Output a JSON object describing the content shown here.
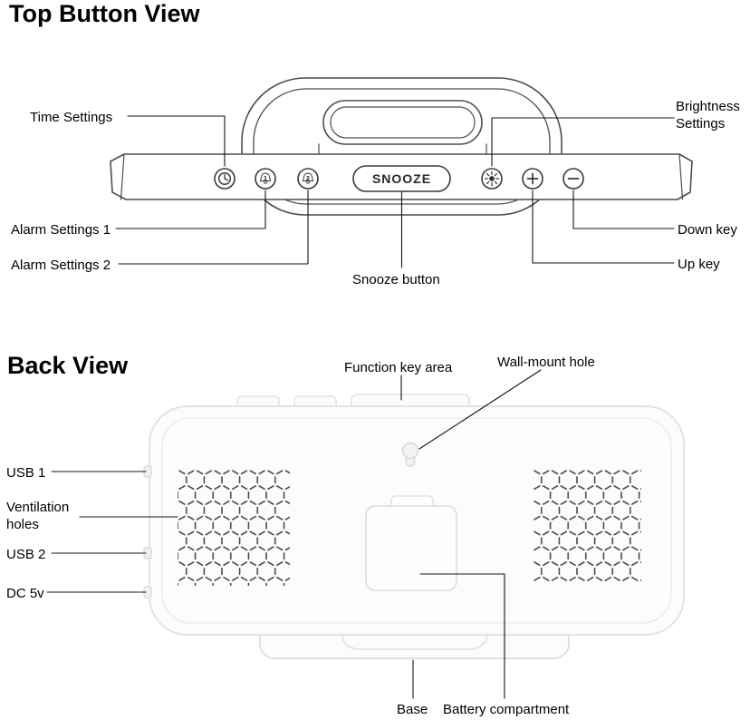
{
  "top_view": {
    "title": "Top Button View",
    "snooze_button_text": "SNOOZE",
    "alarm1_digit": "1",
    "alarm2_digit": "2",
    "labels": {
      "time_settings": "Time Settings",
      "brightness_settings": "Brightness Settings",
      "alarm_settings_1": "Alarm Settings 1",
      "alarm_settings_2": "Alarm Settings 2",
      "snooze_button": "Snooze button",
      "down_key": "Down key",
      "up_key": "Up key"
    },
    "icons": {
      "time_settings": "clock-icon",
      "alarm_1": "bell-1-icon",
      "alarm_2": "bell-2-icon",
      "brightness": "sun-icon",
      "up_key": "plus-icon",
      "down_key": "minus-icon"
    }
  },
  "back_view": {
    "title": "Back View",
    "labels": {
      "function_key_area": "Function key area",
      "wall_mount_hole": "Wall-mount hole",
      "usb_1": "USB 1",
      "ventilation_holes": "Ventilation holes",
      "usb_2": "USB 2",
      "dc_5v": "DC 5v",
      "base": "Base",
      "battery_compartment": "Battery compartment"
    }
  },
  "colors": {
    "device_outline": "#4d4d4d",
    "button_outline": "#3a3a3a",
    "leader_line": "#141414",
    "back_body_fill": "#fcfcfc",
    "back_body_outline": "#e3e3e3",
    "vent_dash": "#3f3f3f"
  }
}
